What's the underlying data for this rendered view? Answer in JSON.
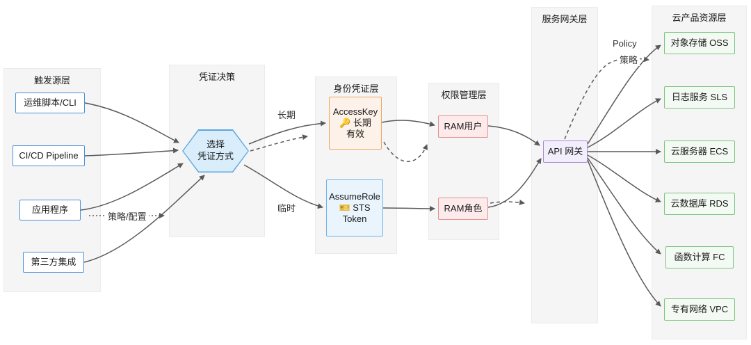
{
  "diagram": {
    "edge_labels": {
      "long_term": "长期",
      "temporary": "临时",
      "policy_config": "策略/配置",
      "policy_en": "Policy",
      "policy_zh": "策略"
    },
    "layers": {
      "trigger": {
        "title": "触发源层",
        "items": [
          {
            "label": "运维脚本/CLI"
          },
          {
            "label": "CI/CD Pipeline"
          },
          {
            "label": "应用程序"
          },
          {
            "label": "第三方集成"
          }
        ]
      },
      "decision": {
        "title": "凭证决策",
        "node_line1": "选择",
        "node_line2": "凭证方式"
      },
      "identity": {
        "title": "身份凭证层",
        "access_key_line1": "AccessKey",
        "access_key_line2": "🔑 长期",
        "access_key_line3": "有效",
        "assume_role_line1": "AssumeRole",
        "assume_role_line2": "🎫 STS",
        "assume_role_line3": "Token"
      },
      "permission": {
        "title": "权限管理层",
        "ram_user": "RAM用户",
        "ram_role": "RAM角色"
      },
      "gateway": {
        "title": "服务网关层",
        "api_gateway": "API 网关"
      },
      "resources": {
        "title": "云产品资源层",
        "items": [
          {
            "label": "对象存储 OSS"
          },
          {
            "label": "日志服务 SLS"
          },
          {
            "label": "云服务器 ECS"
          },
          {
            "label": "云数据库 RDS"
          },
          {
            "label": "函数计算 FC"
          },
          {
            "label": "专有网络 VPC"
          }
        ]
      }
    },
    "colors": {
      "trigger_border": "#4a90d9",
      "decision_fill": "#d9edfb",
      "access_key_border": "#f0a35c",
      "assume_role_border": "#6fb3e8",
      "ram_border": "#e58f8f",
      "gateway_border": "#a58cd4",
      "resource_border": "#7cc47f",
      "arrow": "#595959",
      "panel_bg": "#f5f5f5"
    }
  }
}
